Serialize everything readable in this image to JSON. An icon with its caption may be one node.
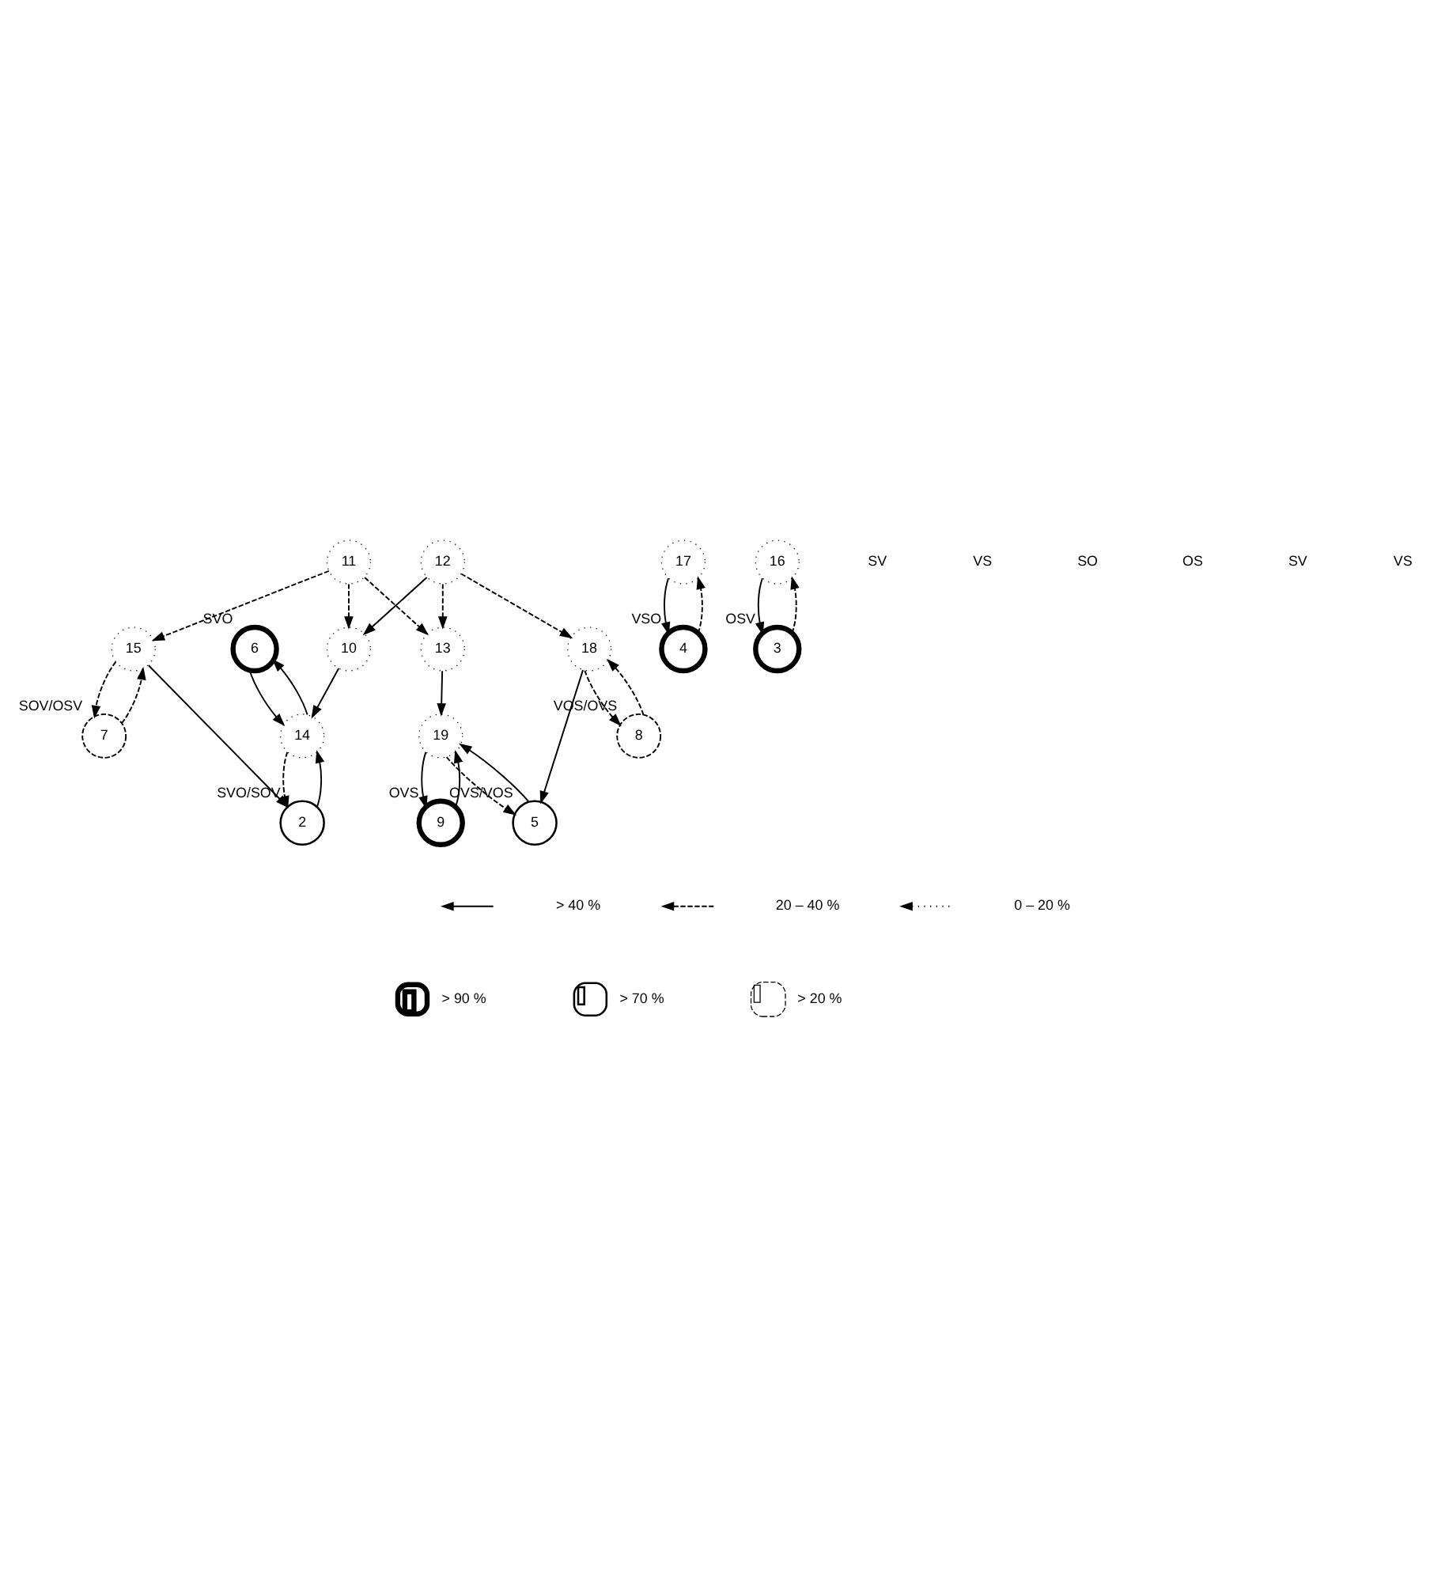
{
  "diagram": {
    "nodes": [
      {
        "text": [
          "6"
        ],
        "beside": [
          "SVO"
        ]
      },
      {
        "text": [
          "15"
        ]
      },
      {
        "text": [
          "2"
        ],
        "beside": [
          "SVO/SOV"
        ]
      },
      {
        "text": [
          "14"
        ]
      },
      {
        "text": [
          "11"
        ]
      },
      {
        "text": [
          "10"
        ]
      },
      {
        "text": [
          "17"
        ]
      },
      {
        "text": [
          "4"
        ],
        "beside": [
          "VSO"
        ]
      },
      {
        "text": [
          "7"
        ],
        "beside": [
          "SOV/OSV"
        ]
      },
      {
        "text": [
          "8"
        ],
        "beside": [
          "VOS/OVS"
        ]
      },
      {
        "text": [
          "12"
        ]
      },
      {
        "text": [
          "13"
        ]
      },
      {
        "text": [
          "16"
        ]
      },
      {
        "text": [
          "3"
        ],
        "beside": [
          "OSV"
        ]
      },
      {
        "text": [
          "18"
        ]
      },
      {
        "text": [
          "5"
        ],
        "beside": [
          "OVS/VOS"
        ]
      },
      {
        "text": [
          "19"
        ]
      },
      {
        "text": [
          "9"
        ],
        "beside": [
          "OVS"
        ]
      }
    ],
    "edges": [
      {
        "from": 1,
        "to": 2,
        "arrow": "to"
      },
      {
        "from": 3,
        "to": 2,
        "arrow": "to",
        "style": "dashed"
      },
      {
        "from": 2,
        "to": 3,
        "arrow": "to"
      },
      {
        "from": 0,
        "to": 3,
        "arrow": "to"
      },
      {
        "from": 3,
        "to": 0,
        "arrow": "to"
      },
      {
        "from": 8,
        "to": 1,
        "arrow": "to",
        "style": "dashed"
      },
      {
        "from": 1,
        "to": 8,
        "arrow": "to",
        "style": "dashed"
      },
      {
        "from": 4,
        "to": 1,
        "arrow": "to",
        "style": "dashed"
      },
      {
        "from": 4,
        "to": 5,
        "arrow": "to",
        "style": "dashed"
      },
      {
        "from": 5,
        "to": 3,
        "arrow": "to"
      },
      {
        "from": 4,
        "to": 11,
        "arrow": "to",
        "style": "dashed"
      },
      {
        "from": 10,
        "to": 5,
        "arrow": "to"
      },
      {
        "from": 10,
        "to": 11,
        "arrow": "to",
        "style": "dashed"
      },
      {
        "from": 10,
        "to": 14,
        "arrow": "to",
        "style": "dashed"
      },
      {
        "from": 6,
        "to": 7,
        "arrow": "to"
      },
      {
        "from": 7,
        "to": 6,
        "arrow": "to",
        "style": "dashed"
      },
      {
        "from": 12,
        "to": 13,
        "arrow": "to"
      },
      {
        "from": 13,
        "to": 12,
        "arrow": "to",
        "style": "dashed"
      },
      {
        "from": 9,
        "to": 14,
        "arrow": "to",
        "style": "dashed"
      },
      {
        "from": 14,
        "to": 9,
        "arrow": "to",
        "style": "dashed"
      },
      {
        "from": 14,
        "to": 15,
        "arrow": "to"
      },
      {
        "from": 16,
        "to": 15,
        "arrow": "to",
        "style": "dashed"
      },
      {
        "from": 15,
        "to": 16,
        "arrow": "to"
      },
      {
        "from": 11,
        "to": 16,
        "arrow": "to"
      },
      {
        "from": 16,
        "to": 17,
        "arrow": "to"
      },
      {
        "from": 17,
        "to": 16,
        "arrow": "to"
      }
    ],
    "labels": [
      "SV",
      "VS",
      "SO",
      "OS",
      "SV",
      "VS"
    ],
    "legend": [
      {
        "text": "> 40 %"
      },
      {
        "text": "20 – 40 %"
      },
      {
        "text": "0 – 20 %"
      },
      {
        "text": "> 90 %"
      },
      {
        "text": "> 70 %"
      },
      {
        "text": "> 20 %"
      }
    ]
  }
}
